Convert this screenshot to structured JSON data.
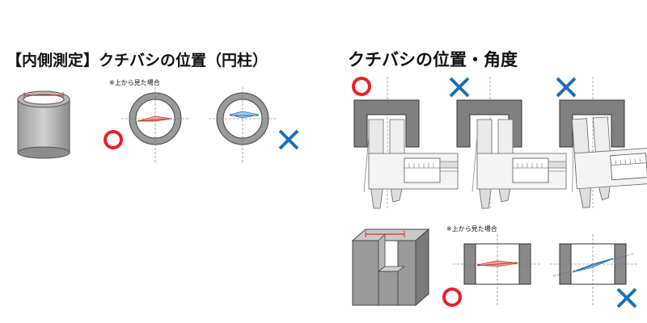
{
  "titles": {
    "inner_cylinder": "【内側測定】クチバシの位置（円柱）",
    "position_angle": "クチバシの位置・角度"
  },
  "notes": {
    "top_view_1": "※上から見た場合",
    "top_view_2": "※上から見た場合"
  },
  "marks": {
    "correct": "circle",
    "wrong": "cross"
  },
  "colors": {
    "correct": "#e8202a",
    "wrong": "#1a6fb5",
    "block": "#808080",
    "ring": "#888888",
    "measure_line": "#c0392b"
  }
}
